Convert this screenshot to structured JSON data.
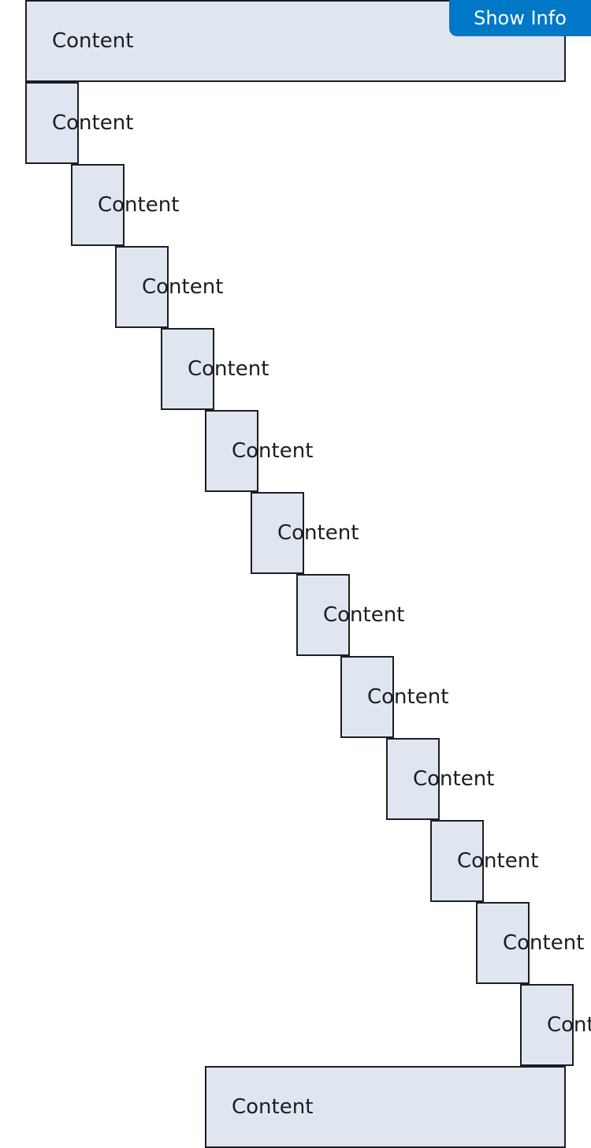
{
  "header": {
    "show_info_label": "Show Info"
  },
  "boxes": [
    {
      "label": "Content"
    },
    {
      "label": "Content"
    },
    {
      "label": "Content"
    },
    {
      "label": "Content"
    },
    {
      "label": "Content"
    },
    {
      "label": "Content"
    },
    {
      "label": "Content"
    },
    {
      "label": "Content"
    },
    {
      "label": "Content"
    },
    {
      "label": "Content"
    },
    {
      "label": "Content"
    },
    {
      "label": "Content"
    },
    {
      "label": "Content"
    },
    {
      "label": "Content"
    }
  ],
  "colors": {
    "box_fill": "#e0e6f0",
    "box_border": "#1b1e24",
    "button_bg": "#0078c8",
    "button_text": "#ffffff"
  }
}
